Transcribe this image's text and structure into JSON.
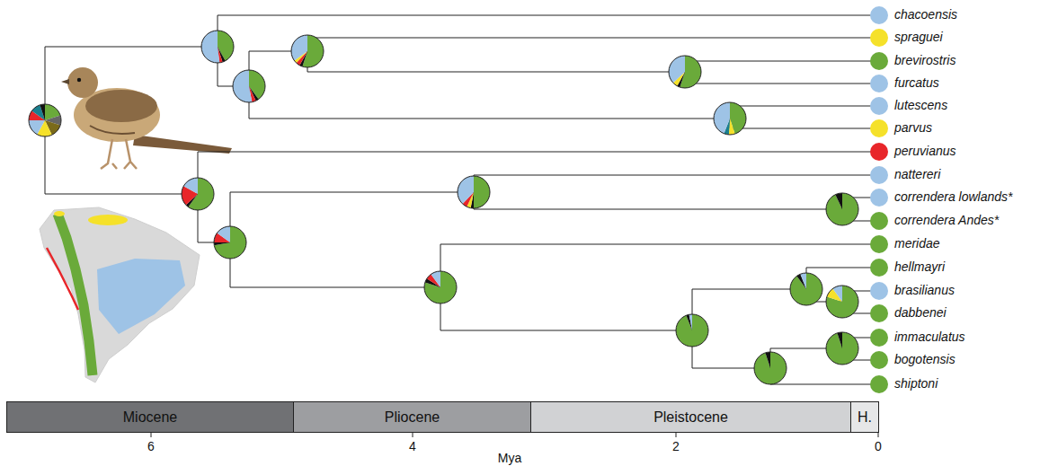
{
  "diagram": {
    "nodes": [
      {
        "text": [
          "Miocene"
        ]
      },
      {
        "text": [
          "Pliocene"
        ]
      },
      {
        "text": [
          "Pleistocene"
        ]
      },
      {
        "text": [
          "H."
        ]
      }
    ],
    "labels": [
      "chacoensis",
      "spraguei",
      "brevirostris",
      "furcatus",
      "lutescens",
      "parvus",
      "peruvianus",
      "nattereri",
      "correndera lowlands*",
      "correndera Andes*",
      "meridae",
      "hellmayri",
      "brasilianus",
      "dabbenei",
      "immaculatus",
      "bogotensis",
      "shiptoni",
      "6",
      "4",
      "2",
      "0",
      "Mya"
    ]
  }
}
